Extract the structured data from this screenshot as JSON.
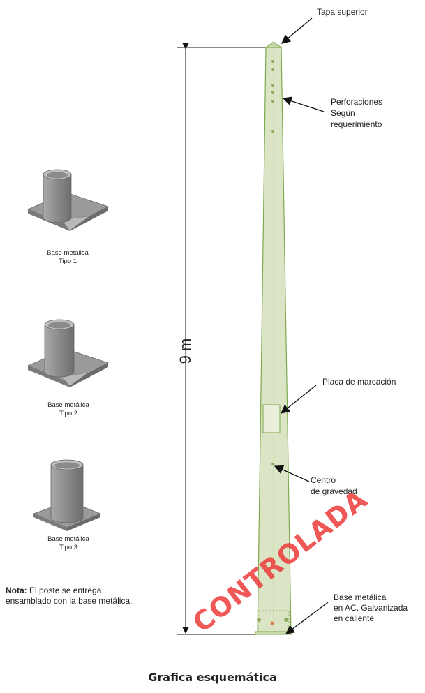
{
  "labels": {
    "tapa": "Tapa superior",
    "perforaciones_1": "Perforaciones",
    "perforaciones_2": "Según",
    "perforaciones_3": "requerimiento",
    "placa": "Placa de marcación",
    "centro_1": "Centro",
    "centro_2": "de gravedad",
    "base_1": "Base metálica",
    "base_2": "en AC. Galvanizada",
    "base_3": "en caliente"
  },
  "dimension": "9 m",
  "bases": [
    {
      "line1": "Base metálica",
      "line2": "Tipo 1"
    },
    {
      "line1": "Base metálica",
      "line2": "Tipo 2"
    },
    {
      "line1": "Base metálica",
      "line2": "Tipo 3"
    }
  ],
  "nota": {
    "bold": "Nota:",
    "line1": " El poste se entrega",
    "line2": "ensamblado con la base metálica."
  },
  "title": "Grafica esquemática",
  "watermark": "CONTROLADA",
  "colors": {
    "pole_fill": "#dbe5c6",
    "pole_stroke": "#7da84d",
    "base_gray": "#8f8f8f",
    "watermark": "#ee3a3a"
  }
}
